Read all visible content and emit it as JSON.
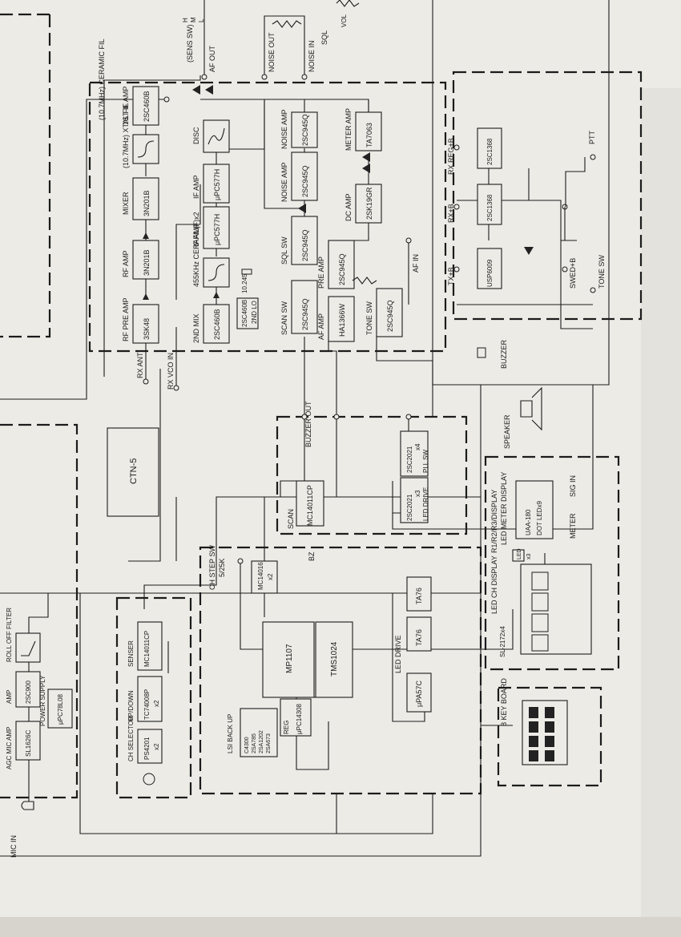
{
  "blocks": {
    "rf_pre_amp": {
      "label": "RF PRE AMP",
      "part": "3SK48"
    },
    "rf_amp": {
      "label": "RF AMP",
      "part": "3N201B"
    },
    "mixer": {
      "label": "MIXER",
      "part": "3N201B"
    },
    "xtal_fil": {
      "label": "(10.7MHz) XTAL FIL"
    },
    "first_if_amp": {
      "label": "1ST IF AMP",
      "part": "2SC460B"
    },
    "ceramic_fil": {
      "label": "(10.7MHz) CERAMIC FIL"
    },
    "second_mix": {
      "label": "2ND MIX",
      "part": "2SC460B"
    },
    "cera_fil2": {
      "label": "455KHz CERAFIL(F)x2"
    },
    "if_amp_1": {
      "label": "IF AMP",
      "part": "μPC577H"
    },
    "if_amp_2": {
      "label": "IF AMP",
      "part": "μPC577H"
    },
    "disc": {
      "label": "DISC"
    },
    "second_lo": {
      "label": "2ND LO",
      "part": "2SC460B",
      "freq": "10.245"
    },
    "scan_sw": {
      "label": "SCAN SW",
      "part": "2SC945Q"
    },
    "sql_sw": {
      "label": "SQL SW",
      "part": "2SC945Q"
    },
    "pre_amp": {
      "label": "PRE AMP",
      "part": "2SC945Q"
    },
    "af_amp": {
      "label": "AF AMP",
      "part": "HA1366W"
    },
    "tone_sw": {
      "label": "TONE SW",
      "part": "2SC945Q"
    },
    "noise_amp_1": {
      "label": "NOISE AMP",
      "part": "2SC945Q"
    },
    "noise_amp_2": {
      "label": "NOISE AMP",
      "part": "2SC945Q"
    },
    "dc_amp": {
      "label": "DC AMP",
      "part": "2SK19GR"
    },
    "meter_amp": {
      "label": "METER AMP",
      "part": "TA7063"
    },
    "reg_1": {
      "part": "2SC1368"
    },
    "reg_2": {
      "part": "2SC1368"
    },
    "reg_3": {
      "part": "USP6009"
    },
    "ctn5": {
      "label": "CTN-5"
    },
    "scan_ic": {
      "label": "SCAN",
      "part": "MC14011CP"
    },
    "led_drive_sw": {
      "part": "2SC2021",
      "qty": "x3",
      "label": "LED DRIVE"
    },
    "pll_sw": {
      "part": "2SC2021",
      "qty": "x4",
      "label": "PLL SW"
    },
    "mc14016": {
      "part": "MC14016",
      "qty": "x2"
    },
    "mp1107": {
      "part": "MP1107"
    },
    "tms1024": {
      "part": "TMS1024"
    },
    "ta76a": {
      "part": "TA76"
    },
    "ta76b": {
      "part": "TA76"
    },
    "upa57c": {
      "part": "μPA57C"
    },
    "led_drive": {
      "label": "LED DRIVE"
    },
    "reg_lsi": {
      "label": "REG",
      "part": "μPC14308"
    },
    "lsi_backup": {
      "label": "LSI BACK UP",
      "parts": [
        "C4300",
        "2SA785",
        "2SA1202",
        "2SA673"
      ]
    },
    "mic_amp": {
      "label": "AGC MIC AMP",
      "part": "SL1626C"
    },
    "amp": {
      "label": "AMP",
      "part": "2SC900"
    },
    "roll_off": {
      "label": "ROLL OFF FILTER"
    },
    "power_supply": {
      "label": "POWER SUPPLY",
      "part": "μPC78L08"
    },
    "ch_selector": {
      "label": "CH SELECTOR",
      "part": "PS4201",
      "qty": "x2"
    },
    "up_down": {
      "label": "UP/DOWN",
      "part": "TC74008P",
      "qty": "x2"
    },
    "senser": {
      "label": "SENSER",
      "part": "MC14011CP"
    },
    "led_ch": {
      "label": "LED CH DISPLAY",
      "part": "SL-2172x4"
    },
    "led_meter": {
      "label": "LED METER DISPLAY",
      "part": "UAA-180",
      "sub": "DOT LEDx9"
    },
    "led_x3": {
      "part": "LED",
      "qty": "x3"
    },
    "key_board": {
      "label": "8 KEY BOARD"
    }
  },
  "labels": {
    "rx_ant": "RX ANT",
    "rx_vco_in": "RX VCO IN",
    "sens_sw": "(SENS SW)",
    "sens_h": "H",
    "sens_m": "M",
    "sens_l": "L",
    "af_out": "AF OUT",
    "noise_out": "NOISE OUT",
    "noise_in": "NOISE IN",
    "sql": "SQL",
    "vol": "VOL",
    "af_in": "AF IN",
    "rx_reg": "RX REG+B",
    "rx_b": "RX+B",
    "tx_b": "TX+B",
    "swed_b": "SWED+B",
    "tone_sw_ext": "TONE SW",
    "ptt": "PTT",
    "buzzer": "BUZZER",
    "buzzer_out": "BUZZER OUT",
    "speaker": "SPEAKER",
    "ch_step": "CH STEP SW",
    "step_val": "5/25K",
    "bz": "BZ",
    "meter": "METER",
    "sig_in": "SIG IN",
    "r123": "R1/R2/R3/DISPLAY",
    "mic_in": "MIC IN"
  }
}
